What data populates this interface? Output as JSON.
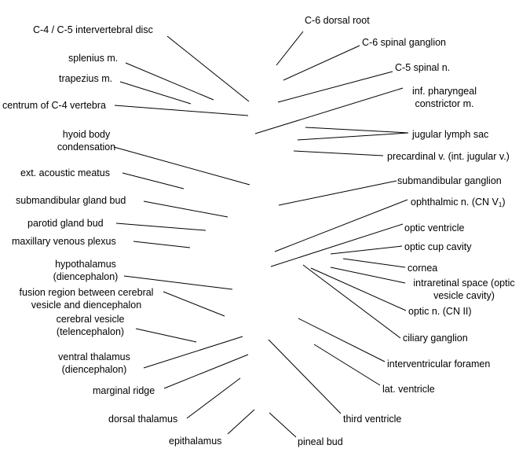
{
  "labels_left": [
    {
      "id": "c4c5-disc",
      "text": "C-4 / C-5 intervertebral disc"
    },
    {
      "id": "splenius",
      "text": "splenius m."
    },
    {
      "id": "trapezius",
      "text": "trapezius m."
    },
    {
      "id": "centrum-c4",
      "text": "centrum of C-4 vertebra"
    },
    {
      "id": "hyoid",
      "text": "hyoid body\ncondensation"
    },
    {
      "id": "ext-acoustic",
      "text": "ext. acoustic meatus"
    },
    {
      "id": "submandibular-bud",
      "text": "submandibular gland bud"
    },
    {
      "id": "parotid-bud",
      "text": "parotid gland bud"
    },
    {
      "id": "maxillary-plexus",
      "text": "maxillary venous plexus"
    },
    {
      "id": "hypothalamus",
      "text": "hypothalamus\n(diencephalon)"
    },
    {
      "id": "fusion-region",
      "text": "fusion region between cerebral\nvesicle and diencephalon"
    },
    {
      "id": "cerebral-vesicle",
      "text": "cerebral vesicle\n(telencephalon)"
    },
    {
      "id": "ventral-thalamus",
      "text": "ventral thalamus\n(diencephalon)"
    },
    {
      "id": "marginal-ridge",
      "text": "marginal ridge"
    },
    {
      "id": "dorsal-thalamus",
      "text": "dorsal thalamus"
    },
    {
      "id": "epithalamus",
      "text": "epithalamus"
    }
  ],
  "labels_right": [
    {
      "id": "c6-dorsal-root",
      "text": "C-6 dorsal root"
    },
    {
      "id": "c6-ganglion",
      "text": "C-6 spinal ganglion"
    },
    {
      "id": "c5-spinal-n",
      "text": "C-5 spinal n."
    },
    {
      "id": "inf-pharyngeal",
      "text": "inf. pharyngeal\nconstrictor m."
    },
    {
      "id": "jugular-lymph",
      "text": "jugular lymph sac"
    },
    {
      "id": "precardinal",
      "text": "precardinal v. (int. jugular v.)"
    },
    {
      "id": "submandibular-ganglion",
      "text": "submandibular ganglion"
    },
    {
      "id": "ophthalmic-n",
      "text": "ophthalmic n. (CN V",
      "sub": "1",
      "suffix": ")"
    },
    {
      "id": "optic-ventricle",
      "text": "optic ventricle"
    },
    {
      "id": "optic-cup",
      "text": "optic cup cavity"
    },
    {
      "id": "cornea",
      "text": "cornea"
    },
    {
      "id": "intraretinal",
      "text": "intraretinal space (optic\nvesicle cavity)"
    },
    {
      "id": "optic-n",
      "text": "optic n. (CN II)"
    },
    {
      "id": "ciliary-ganglion",
      "text": "ciliary ganglion"
    },
    {
      "id": "interventricular",
      "text": "interventricular foramen"
    },
    {
      "id": "lat-ventricle",
      "text": "lat. ventricle"
    },
    {
      "id": "third-ventricle",
      "text": "third ventricle"
    },
    {
      "id": "pineal-bud",
      "text": "pineal bud"
    }
  ]
}
